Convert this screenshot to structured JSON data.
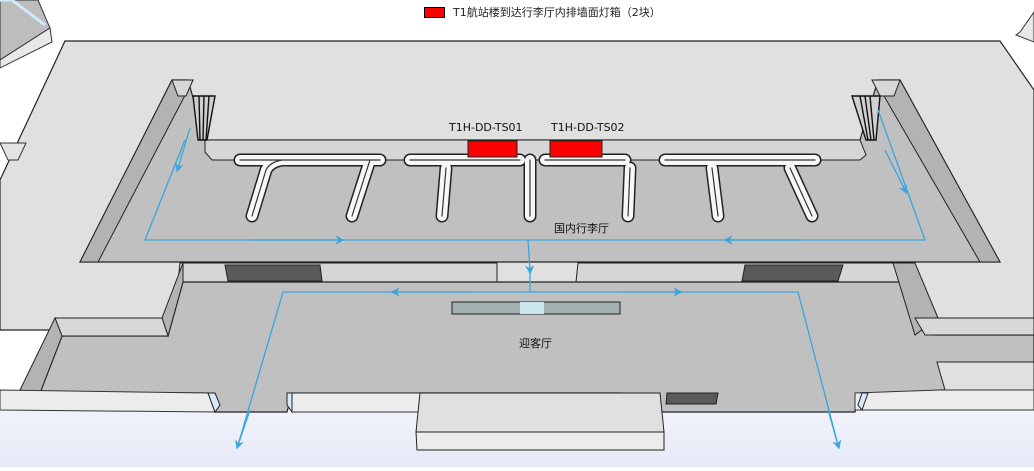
{
  "legend": {
    "items": [
      {
        "label": "T1航站楼到达行李厅内排墙面灯箱（2块）",
        "color": "#ff0000",
        "icon": "red-rectangle-swatch"
      }
    ]
  },
  "signs": [
    {
      "id": "T1H-DD-TS01",
      "color": "#ff0000"
    },
    {
      "id": "T1H-DD-TS02",
      "color": "#ff0000"
    }
  ],
  "areas": {
    "baggage_hall": "国内行李厅",
    "greeting_hall": "迎客厅"
  },
  "colors": {
    "floor": "#c0c0c0",
    "wall_top": "#e0e0e0",
    "wall_side": "#b0b0b0",
    "flow_arrow": "#3aa6dc",
    "sign": "#ff0000",
    "dark_panel": "#5a5a5a",
    "background": "#eef0fa"
  }
}
